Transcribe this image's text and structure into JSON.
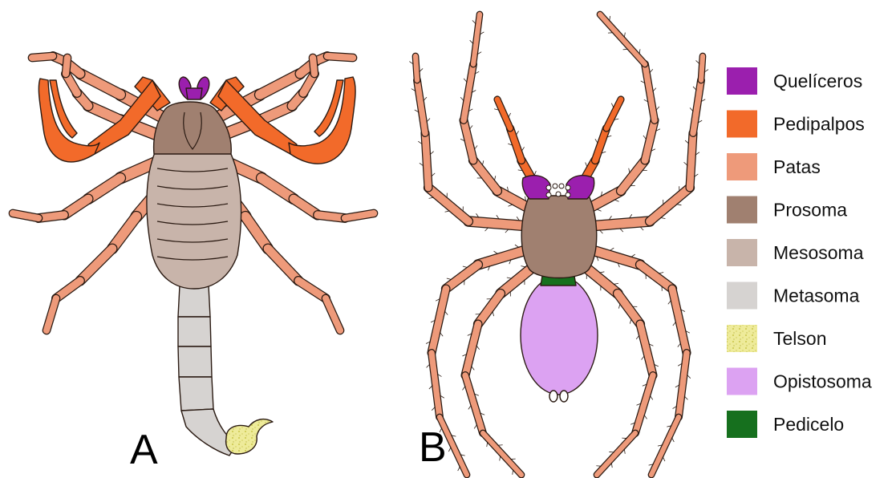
{
  "panels": [
    {
      "letter": "A",
      "subject": "scorpion"
    },
    {
      "letter": "B",
      "subject": "spider"
    }
  ],
  "legend": [
    {
      "label": "Quelíceros",
      "color": "#9b1fae",
      "pattern": "solid"
    },
    {
      "label": "Pedipalpos",
      "color": "#f26a2a",
      "pattern": "solid"
    },
    {
      "label": "Patas",
      "color": "#ee9a7a",
      "pattern": "solid"
    },
    {
      "label": "Prosoma",
      "color": "#a08070",
      "pattern": "solid"
    },
    {
      "label": "Mesosoma",
      "color": "#c8b4aa",
      "pattern": "solid"
    },
    {
      "label": "Metasoma",
      "color": "#d6d3d1",
      "pattern": "solid"
    },
    {
      "label": "Telson",
      "color": "#eeeb9a",
      "pattern": "speckled"
    },
    {
      "label": "Opistosoma",
      "color": "#dca2f2",
      "pattern": "solid"
    },
    {
      "label": "Pedicelo",
      "color": "#16701e",
      "pattern": "solid"
    }
  ]
}
